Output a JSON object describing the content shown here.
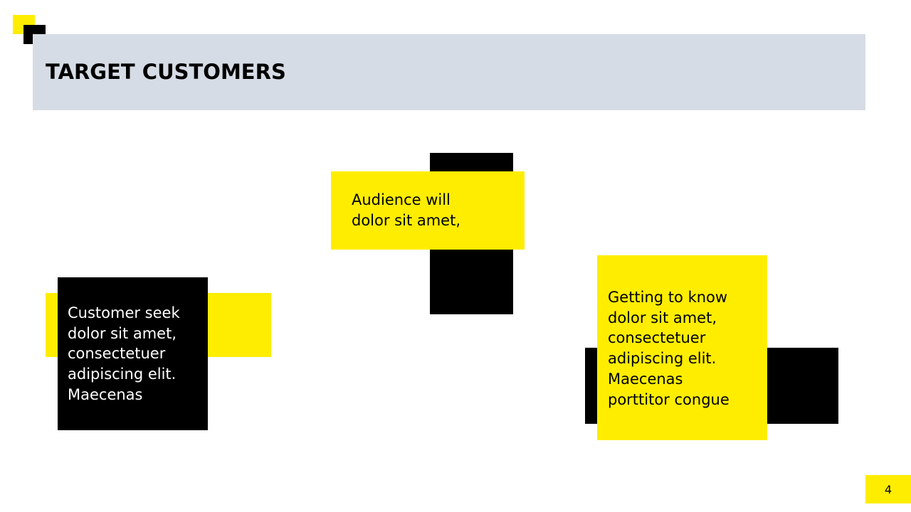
{
  "slide": {
    "title": "TARGET CUSTOMERS",
    "page_number": "4"
  },
  "cards": [
    {
      "text": "Customer seek\ndolor sit amet,\nconsectetuer\nadipiscing elit.\nMaecenas"
    },
    {
      "text": "Audience will\ndolor sit amet,"
    },
    {
      "text": "Getting to know\ndolor sit amet,\nconsectetuer\nadipiscing elit.\nMaecenas\nporttitor congue"
    }
  ],
  "colors": {
    "accent_yellow": "#FFED00",
    "block_black": "#000000",
    "title_bar": "#D6DCE5"
  }
}
